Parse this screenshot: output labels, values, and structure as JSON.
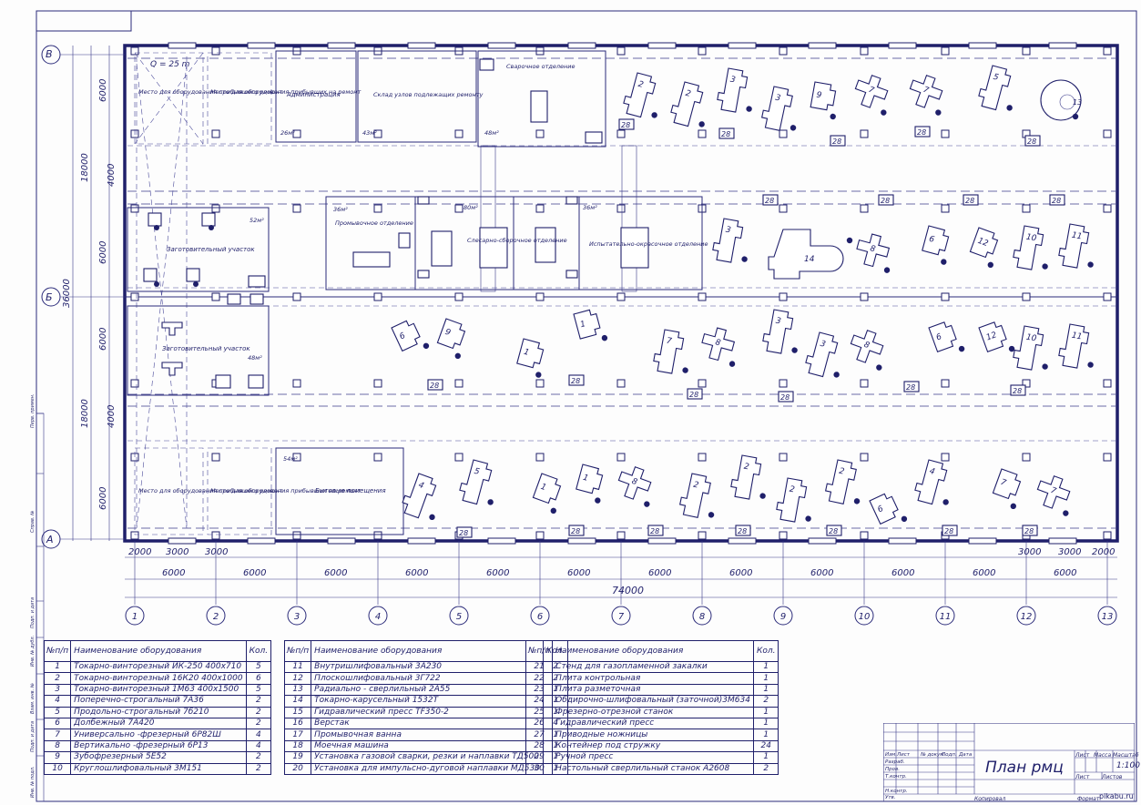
{
  "drawing": {
    "title": "План рмц",
    "scale": "1:100",
    "row_axes": [
      "В",
      "Б",
      "А"
    ],
    "column_axes": [
      "1",
      "2",
      "3",
      "4",
      "5",
      "6",
      "7",
      "8",
      "9",
      "10",
      "11",
      "12",
      "13"
    ],
    "total_length": "74000",
    "span_dims": [
      "6000",
      "6000",
      "6000",
      "6000",
      "6000",
      "6000",
      "6000",
      "6000",
      "6000",
      "6000",
      "6000",
      "6000"
    ],
    "left_small_dims": [
      "2000",
      "3000",
      "3000"
    ],
    "right_small_dims": [
      "3000",
      "3000",
      "2000"
    ],
    "vertical_total": "36000",
    "vertical_halves": [
      "18000",
      "18000"
    ],
    "vertical_parts": [
      "6000",
      "4000",
      "6000",
      "6000",
      "4000",
      "6000"
    ],
    "crane_label": "Q = 25 m",
    "rooms": {
      "repair_top_1": "Место для оборудования прибывшего ремонт",
      "repair_top_2": "Место для оборудования прибывших на ремонт",
      "admin": "Администрация",
      "admin_area": "26м²",
      "warehouse": "Склад узлов подлежащих ремонту",
      "warehouse_area": "43м²",
      "welding": "Сварочное отделение",
      "welding_area": "48м²",
      "billet": "Заготовительный участок",
      "billet_area": "52м²",
      "washing": "Промывочное отделение",
      "washing_area": "36м²",
      "locksmith": "Слесарно-сборочное отделение",
      "locksmith_area": "80м²",
      "testing": "Испытательно-окрасочное отделение",
      "testing_area": "36м²",
      "procurement": "Заготовительный участок",
      "procurement_area": "48м²",
      "household": "Бытовые помещения",
      "household_area": "54м²",
      "repair_bot_1": "Место для оборудования прибывшего ремонт",
      "repair_bot_2": "Место для оборудования прибывших на ремонт"
    }
  },
  "equipment_table_1": {
    "headers": [
      "№п/п",
      "Наименование оборудования",
      "Кол."
    ],
    "rows": [
      [
        "1",
        "Токарно-винторезный ИК-250 400х710",
        "5"
      ],
      [
        "2",
        "Токарно-винторезный 16К20 400х1000",
        "6"
      ],
      [
        "3",
        "Токарно-винторезный 1М63 400х1500",
        "5"
      ],
      [
        "4",
        "Поперечно-строгальный 7А36",
        "2"
      ],
      [
        "5",
        "Продольно-строгальный 7б210",
        "2"
      ],
      [
        "6",
        "Долбежный 7А420",
        "2"
      ],
      [
        "7",
        "Универсально -фрезерный 6Р82Ш",
        "4"
      ],
      [
        "8",
        "Вертикально -фрезерный 6Р13",
        "4"
      ],
      [
        "9",
        "Зубофрезерный 5Е52",
        "2"
      ],
      [
        "10",
        "Круглошлифовальный 3М151",
        "2"
      ]
    ]
  },
  "equipment_table_2": {
    "headers": [
      "№п/п",
      "Наименование оборудования",
      "Кол."
    ],
    "rows": [
      [
        "11",
        "Внутришлифовальный 3А230",
        "2"
      ],
      [
        "12",
        "Плоскошлифовальный 3Г722",
        "2"
      ],
      [
        "13",
        "Радиально - сверлильный 2А55",
        "1"
      ],
      [
        "14",
        "Токарно-карусельный 1532Т",
        "1"
      ],
      [
        "15",
        "Гидравлический пресс ТF350-2",
        "1"
      ],
      [
        "16",
        "Верстак",
        "4"
      ],
      [
        "17",
        "Промывочная ванна",
        "1"
      ],
      [
        "18",
        "Моечная машина",
        "1"
      ],
      [
        "19",
        "Установка газовой сварки, резки и наплавки ТД500",
        "1"
      ],
      [
        "20",
        "Установка для импульсно-дуговой наплавки МД530",
        "1"
      ]
    ]
  },
  "equipment_table_3": {
    "headers": [
      "№п/п",
      "Наименование оборудования",
      "Кол."
    ],
    "rows": [
      [
        "21",
        "Стенд для газопламенной закалки",
        "1"
      ],
      [
        "22",
        "Плита контрольная",
        "1"
      ],
      [
        "23",
        "Плита разметочная",
        "1"
      ],
      [
        "24",
        "Обдирочно-шлифовальный (заточной)3М634",
        "2"
      ],
      [
        "25",
        "Фрезерно-отрезной станок",
        "1"
      ],
      [
        "26",
        "Гидравлический пресс",
        "1"
      ],
      [
        "27",
        "Приводные ножницы",
        "1"
      ],
      [
        "28",
        "Контейнер под стружку",
        "24"
      ],
      [
        "29",
        "Ручной пресс",
        "1"
      ],
      [
        "30",
        "Настольный сверлильный станок А2608",
        "2"
      ]
    ]
  },
  "stamp": {
    "sheet_label": "Лист",
    "mass_label": "Масса",
    "scale_label": "Масштаб",
    "sheets_label": "Листов",
    "copied": "Копировал",
    "format": "Формат",
    "rows_left": [
      "Изм.",
      "Лист",
      "№ докум.",
      "Подп.",
      "Дата"
    ],
    "roles": [
      "Разраб.",
      "Пров.",
      "Т.контр.",
      "",
      "Н.контр.",
      "Утв."
    ]
  },
  "side_labels": [
    "Перв. примен.",
    "Справ. №",
    "Подп. и дата",
    "Инв. № дубл.",
    "Взам. инв. №",
    "Подп. и дата",
    "Инв. № подл."
  ],
  "watermark": "pikabu.ru"
}
